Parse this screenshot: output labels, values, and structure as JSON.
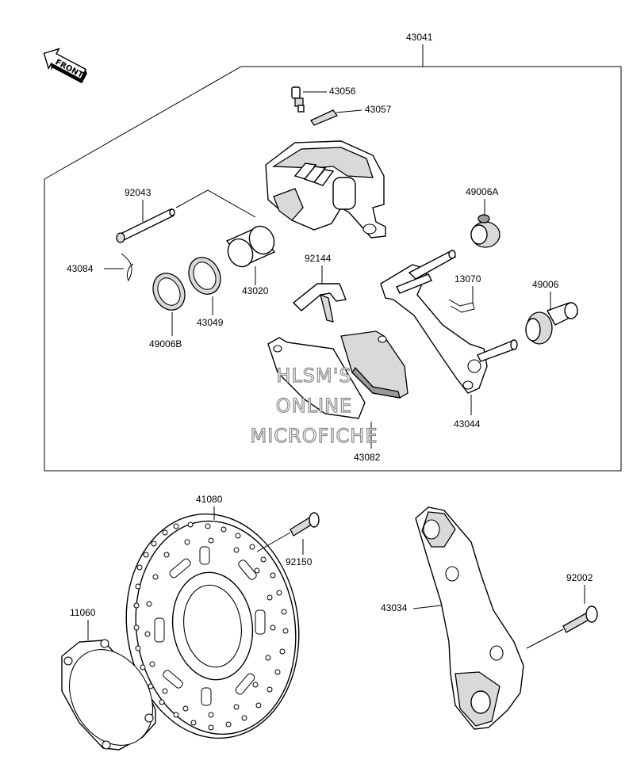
{
  "front_badge": "FRONT",
  "watermark": [
    "HLSM'S",
    "ONLINE",
    "MICROFICHE"
  ],
  "labels": {
    "p43041": "43041",
    "p43056": "43056",
    "p43057": "43057",
    "p92043": "92043",
    "p49006A": "49006A",
    "p92144": "92144",
    "p13070": "13070",
    "p43084": "43084",
    "p49006": "49006",
    "p43020": "43020",
    "p43049": "43049",
    "p49006B": "49006B",
    "p43044": "43044",
    "p43082": "43082",
    "p41080": "41080",
    "p92150": "92150",
    "p92002": "92002",
    "p11060": "11060",
    "p43034": "43034"
  }
}
